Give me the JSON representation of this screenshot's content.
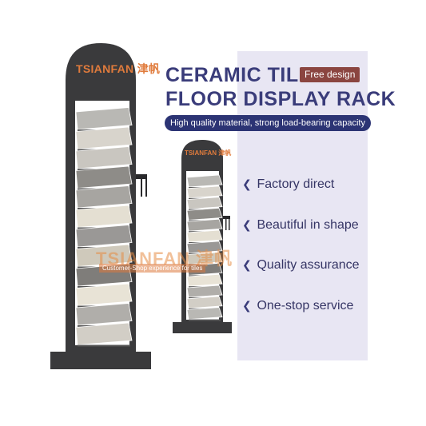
{
  "title_line1": "CERAMIC TILE",
  "title_line2": "FLOOR DISPLAY RACK",
  "badge": "Free design",
  "subtitle": "High quality material, strong load-bearing capacity",
  "features": [
    {
      "icon": "chevron-left-icon",
      "chevron": "❮",
      "label": "Factory direct"
    },
    {
      "icon": "chevron-left-icon",
      "chevron": "❮",
      "label": "Beautiful in shape"
    },
    {
      "icon": "chevron-left-icon",
      "chevron": "❮",
      "label": "Quality assurance"
    },
    {
      "icon": "chevron-left-icon",
      "chevron": "❮",
      "label": "One-stop service"
    }
  ],
  "brand": "TSIANFAN 津帆",
  "watermark": {
    "brand": "TSIANFAN 津帆",
    "tagline": "Customer-Shop experience for tiles"
  },
  "colors": {
    "title": "#3a3c7a",
    "badge_bg": "#8b4540",
    "subtitle_bg": "#2c3474",
    "panel_bg": "#e8e6f3",
    "rack": "#3a3a3c",
    "brand": "#e07b3c"
  }
}
